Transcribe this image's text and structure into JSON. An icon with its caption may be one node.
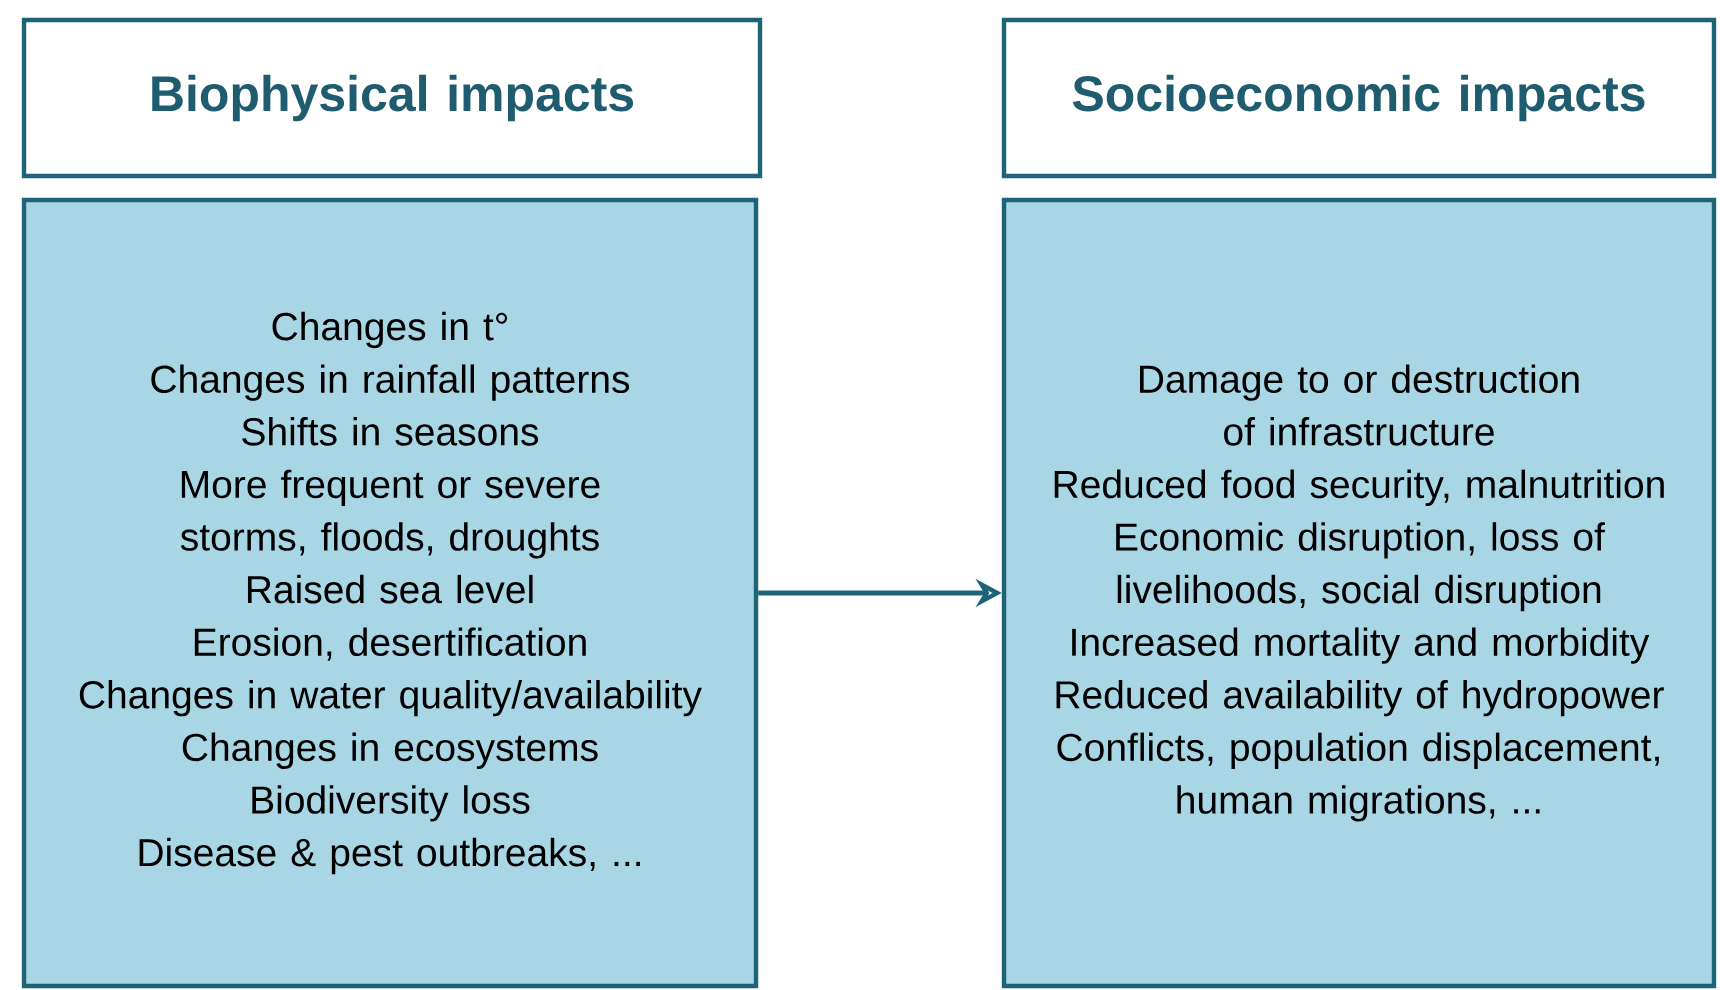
{
  "diagram": {
    "nodes": [
      {
        "text": [
          "Biophysical impacts"
        ]
      },
      {
        "text": [
          "Changes in t°",
          "Changes in rainfall patterns",
          "Shifts in seasons",
          "More frequent or severe storms, floods, droughts",
          "Raised sea level",
          "Erosion, desertification",
          "Changes in water quality/availability",
          "Changes in ecosystems",
          "Biodiversity loss",
          "Disease & pest outbreaks, ..."
        ]
      },
      {
        "text": [
          "Socioeconomic impacts"
        ]
      },
      {
        "text": [
          "Damage to or destruction of infrastructure",
          "Reduced food security, malnutrition",
          "Economic disruption, loss of livelihoods, social disruption",
          "Increased mortality and morbidity",
          "Reduced availability of hydropower",
          "Conflicts, population displacement, human migrations, ..."
        ]
      }
    ],
    "edges": [
      {
        "from": 1,
        "to": 3,
        "arrow": "to"
      }
    ]
  }
}
